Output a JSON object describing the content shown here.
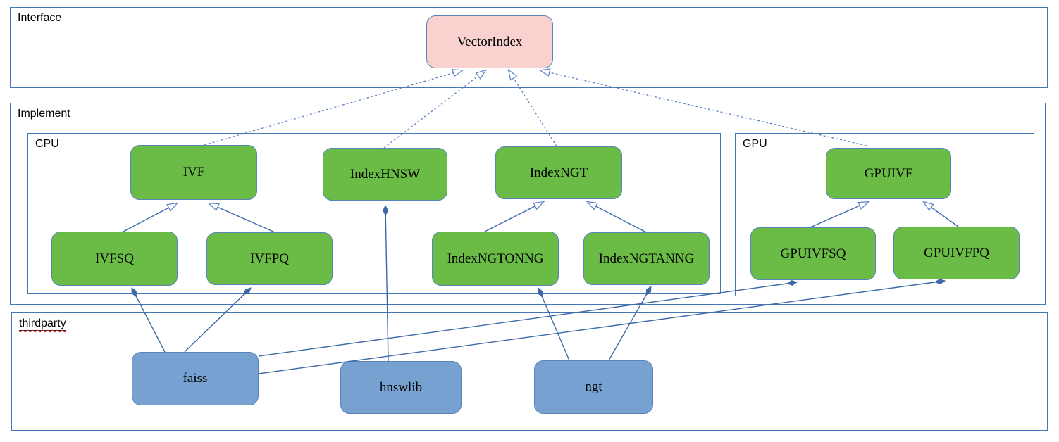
{
  "colors": {
    "container-border": "#4676b4",
    "node-border": "#5a83b8",
    "edge": "#3c69a8",
    "edge-dashed": "#5b82c4",
    "green-fill": "#6abc46",
    "pink-fill": "#f9d2d0",
    "blue-fill": "#76a1d1",
    "squiggle": "#cc2222"
  },
  "containers": {
    "interface": {
      "label": "Interface"
    },
    "implement": {
      "label": "Implement"
    },
    "cpu": {
      "label": "CPU"
    },
    "gpu": {
      "label": "GPU"
    },
    "thirdparty": {
      "label": "thirdparty"
    }
  },
  "nodes": {
    "vectorindex": {
      "label": "VectorIndex"
    },
    "ivf": {
      "label": "IVF"
    },
    "indexhnsw": {
      "label": "IndexHNSW"
    },
    "indexngt": {
      "label": "IndexNGT"
    },
    "gpuivf": {
      "label": "GPUIVF"
    },
    "ivfsq": {
      "label": "IVFSQ"
    },
    "ivfpq": {
      "label": "IVFPQ"
    },
    "indexngtonng": {
      "label": "IndexNGTONNG"
    },
    "indexngtanng": {
      "label": "IndexNGTANNG"
    },
    "gpuivfsq": {
      "label": "GPUIVFSQ"
    },
    "gpuivfpq": {
      "label": "GPUIVFPQ"
    },
    "faiss": {
      "label": "faiss"
    },
    "hnswlib": {
      "label": "hnswlib"
    },
    "ngt": {
      "label": "ngt"
    }
  },
  "relationships": [
    {
      "from": "IVF",
      "to": "VectorIndex",
      "type": "realization"
    },
    {
      "from": "IndexHNSW",
      "to": "VectorIndex",
      "type": "realization"
    },
    {
      "from": "IndexNGT",
      "to": "VectorIndex",
      "type": "realization"
    },
    {
      "from": "GPUIVF",
      "to": "VectorIndex",
      "type": "realization"
    },
    {
      "from": "IVFSQ",
      "to": "IVF",
      "type": "generalization"
    },
    {
      "from": "IVFPQ",
      "to": "IVF",
      "type": "generalization"
    },
    {
      "from": "IndexNGTONNG",
      "to": "IndexNGT",
      "type": "generalization"
    },
    {
      "from": "IndexNGTANNG",
      "to": "IndexNGT",
      "type": "generalization"
    },
    {
      "from": "GPUIVFSQ",
      "to": "GPUIVF",
      "type": "generalization"
    },
    {
      "from": "GPUIVFPQ",
      "to": "GPUIVF",
      "type": "generalization"
    },
    {
      "from": "faiss",
      "to": "IVFSQ",
      "type": "composition"
    },
    {
      "from": "faiss",
      "to": "IVFPQ",
      "type": "composition"
    },
    {
      "from": "hnswlib",
      "to": "IndexHNSW",
      "type": "composition"
    },
    {
      "from": "ngt",
      "to": "IndexNGTONNG",
      "type": "composition"
    },
    {
      "from": "ngt",
      "to": "IndexNGTANNG",
      "type": "composition"
    },
    {
      "from": "faiss",
      "to": "GPUIVFSQ",
      "type": "composition"
    },
    {
      "from": "faiss",
      "to": "GPUIVFPQ",
      "type": "composition"
    }
  ]
}
